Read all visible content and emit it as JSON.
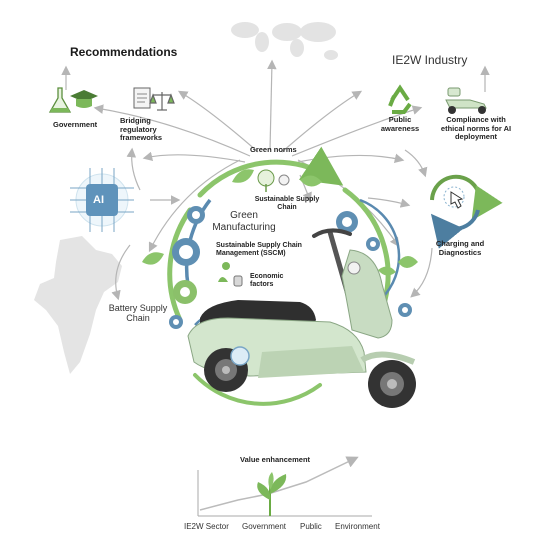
{
  "headings": {
    "recommendations": "Recommendations",
    "industry": "IE2W Industry"
  },
  "recommendations": {
    "government": "Government",
    "regulatory": "Bridging regulatory frameworks"
  },
  "industry": {
    "public_awareness": "Public awareness",
    "compliance": "Compliance with ethical norms for AI deployment"
  },
  "center": {
    "green_norms": "Green norms",
    "sustainable_supply_chain": "Sustainable Supply Chain",
    "green_manufacturing": "Green Manufacturing",
    "sscm": "Sustainable Supply Chain Management (SSCM)",
    "economic_factors": "Economic factors",
    "battery_supply_chain": "Battery Supply Chain",
    "charging": "Charging and Diagnostics",
    "ai_label": "AI"
  },
  "value": {
    "title": "Value enhancement",
    "categories": [
      "IE2W Sector",
      "Government",
      "Public",
      "Environment"
    ]
  },
  "colors": {
    "green": "#7cb85a",
    "blue": "#4d7ea0",
    "scooter": "#c8dcc2",
    "arrow_grey": "#b5b5b5"
  },
  "icons": [
    "flask-icon",
    "graduation-cap-icon",
    "document-icon",
    "scales-icon",
    "recycle-icon",
    "scooter-icon",
    "ai-chip-icon",
    "charging-icon",
    "gear-icon",
    "leaf-icon",
    "plant-icon",
    "tree-icon",
    "globe-map-icon",
    "india-map-icon"
  ]
}
